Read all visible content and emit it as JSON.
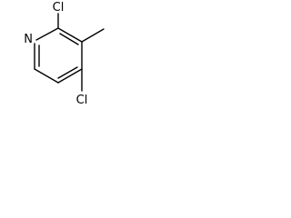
{
  "molecule": {
    "atoms": {
      "ring_nitrogen": "N",
      "chlorine_2": "Cl",
      "chlorine_4": "Cl"
    }
  }
}
